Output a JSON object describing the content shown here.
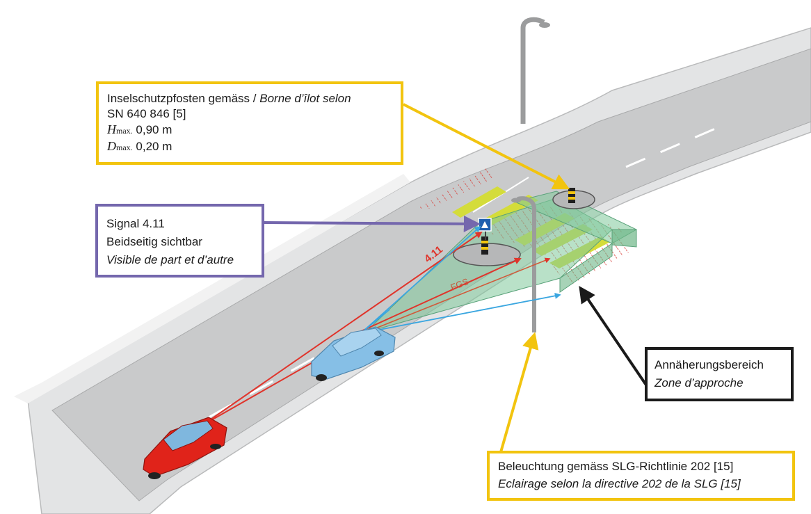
{
  "callouts": {
    "island_posts": {
      "line1_de": "Inselschutzpfosten gemäss / ",
      "line1_fr": "Borne d’îlot selon",
      "line2": "SN 640 846 [5]",
      "h_symbol": "H",
      "h_sub": "max.",
      "h_value": "0,90 m",
      "d_symbol": "D",
      "d_sub": "max.",
      "d_value": "0,20 m"
    },
    "signal": {
      "line1": "Signal 4.11",
      "line2": "Beidseitig sichtbar",
      "line3": "Visible de part et d’autre"
    },
    "approach_zone": {
      "line1": "Annäherungsbereich",
      "line2": "Zone d’approche"
    },
    "lighting": {
      "line1": "Beleuchtung gemäss SLG-Richtlinie 202 [15]",
      "line2": "Eclairage selon la directive 202 de la SLG [15]"
    }
  },
  "scene_labels": {
    "sight_line_signal": "4.11",
    "sight_line_pedestrian": "FGS"
  },
  "colors": {
    "callout_yellow": "#f2c40f",
    "callout_purple": "#7467ad",
    "callout_black": "#1a1a1a",
    "sight_red": "#e0342b",
    "sight_blue": "#3aa6e0",
    "zone_green": "#7fc99a",
    "road_grey": "#c9cacb",
    "car_red": "#e0231a",
    "car_blue": "#86bfe6"
  }
}
